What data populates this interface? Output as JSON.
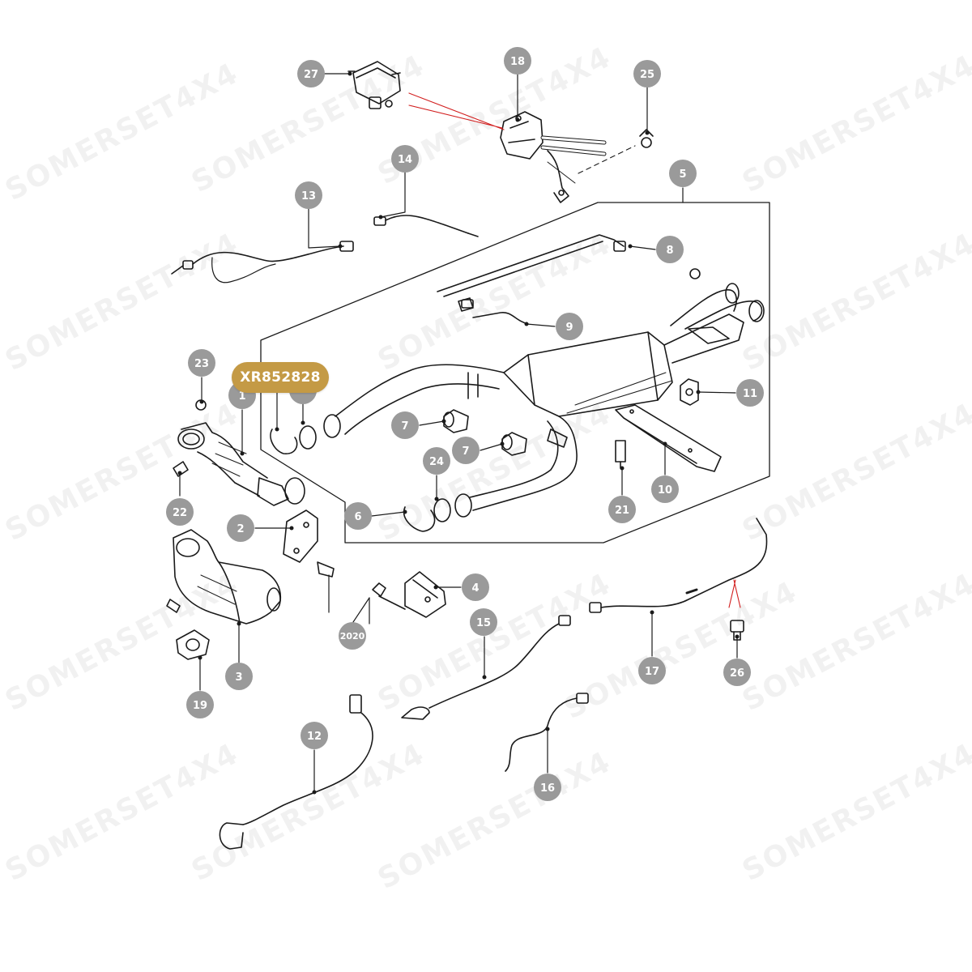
{
  "watermark": "SOMERSET4X4",
  "part_tag": "XR852828",
  "colors": {
    "callout_fill": "#9a9a9a",
    "callout_text": "#ffffff",
    "tag_fill": "#c49a45",
    "line": "#1a1a1a",
    "highlight_line": "#d21f1f"
  },
  "callouts": [
    {
      "id": "c27",
      "label": "27"
    },
    {
      "id": "c18",
      "label": "18"
    },
    {
      "id": "c25",
      "label": "25"
    },
    {
      "id": "c14",
      "label": "14"
    },
    {
      "id": "c13",
      "label": "13"
    },
    {
      "id": "c5",
      "label": "5"
    },
    {
      "id": "c8",
      "label": "8"
    },
    {
      "id": "c9",
      "label": "9"
    },
    {
      "id": "c23",
      "label": "23"
    },
    {
      "id": "c1",
      "label": "1"
    },
    {
      "id": "c11",
      "label": "11"
    },
    {
      "id": "c7a",
      "label": "7"
    },
    {
      "id": "c7b",
      "label": "7"
    },
    {
      "id": "c24",
      "label": "24"
    },
    {
      "id": "c22",
      "label": "22"
    },
    {
      "id": "c10",
      "label": "10"
    },
    {
      "id": "c21",
      "label": "21"
    },
    {
      "id": "c6",
      "label": "6"
    },
    {
      "id": "c2",
      "label": "2"
    },
    {
      "id": "c4",
      "label": "4"
    },
    {
      "id": "c2020",
      "label": "2020"
    },
    {
      "id": "c15",
      "label": "15"
    },
    {
      "id": "c3",
      "label": "3"
    },
    {
      "id": "c17",
      "label": "17"
    },
    {
      "id": "c26",
      "label": "26"
    },
    {
      "id": "c19",
      "label": "19"
    },
    {
      "id": "c12",
      "label": "12"
    },
    {
      "id": "c16",
      "label": "16"
    }
  ]
}
